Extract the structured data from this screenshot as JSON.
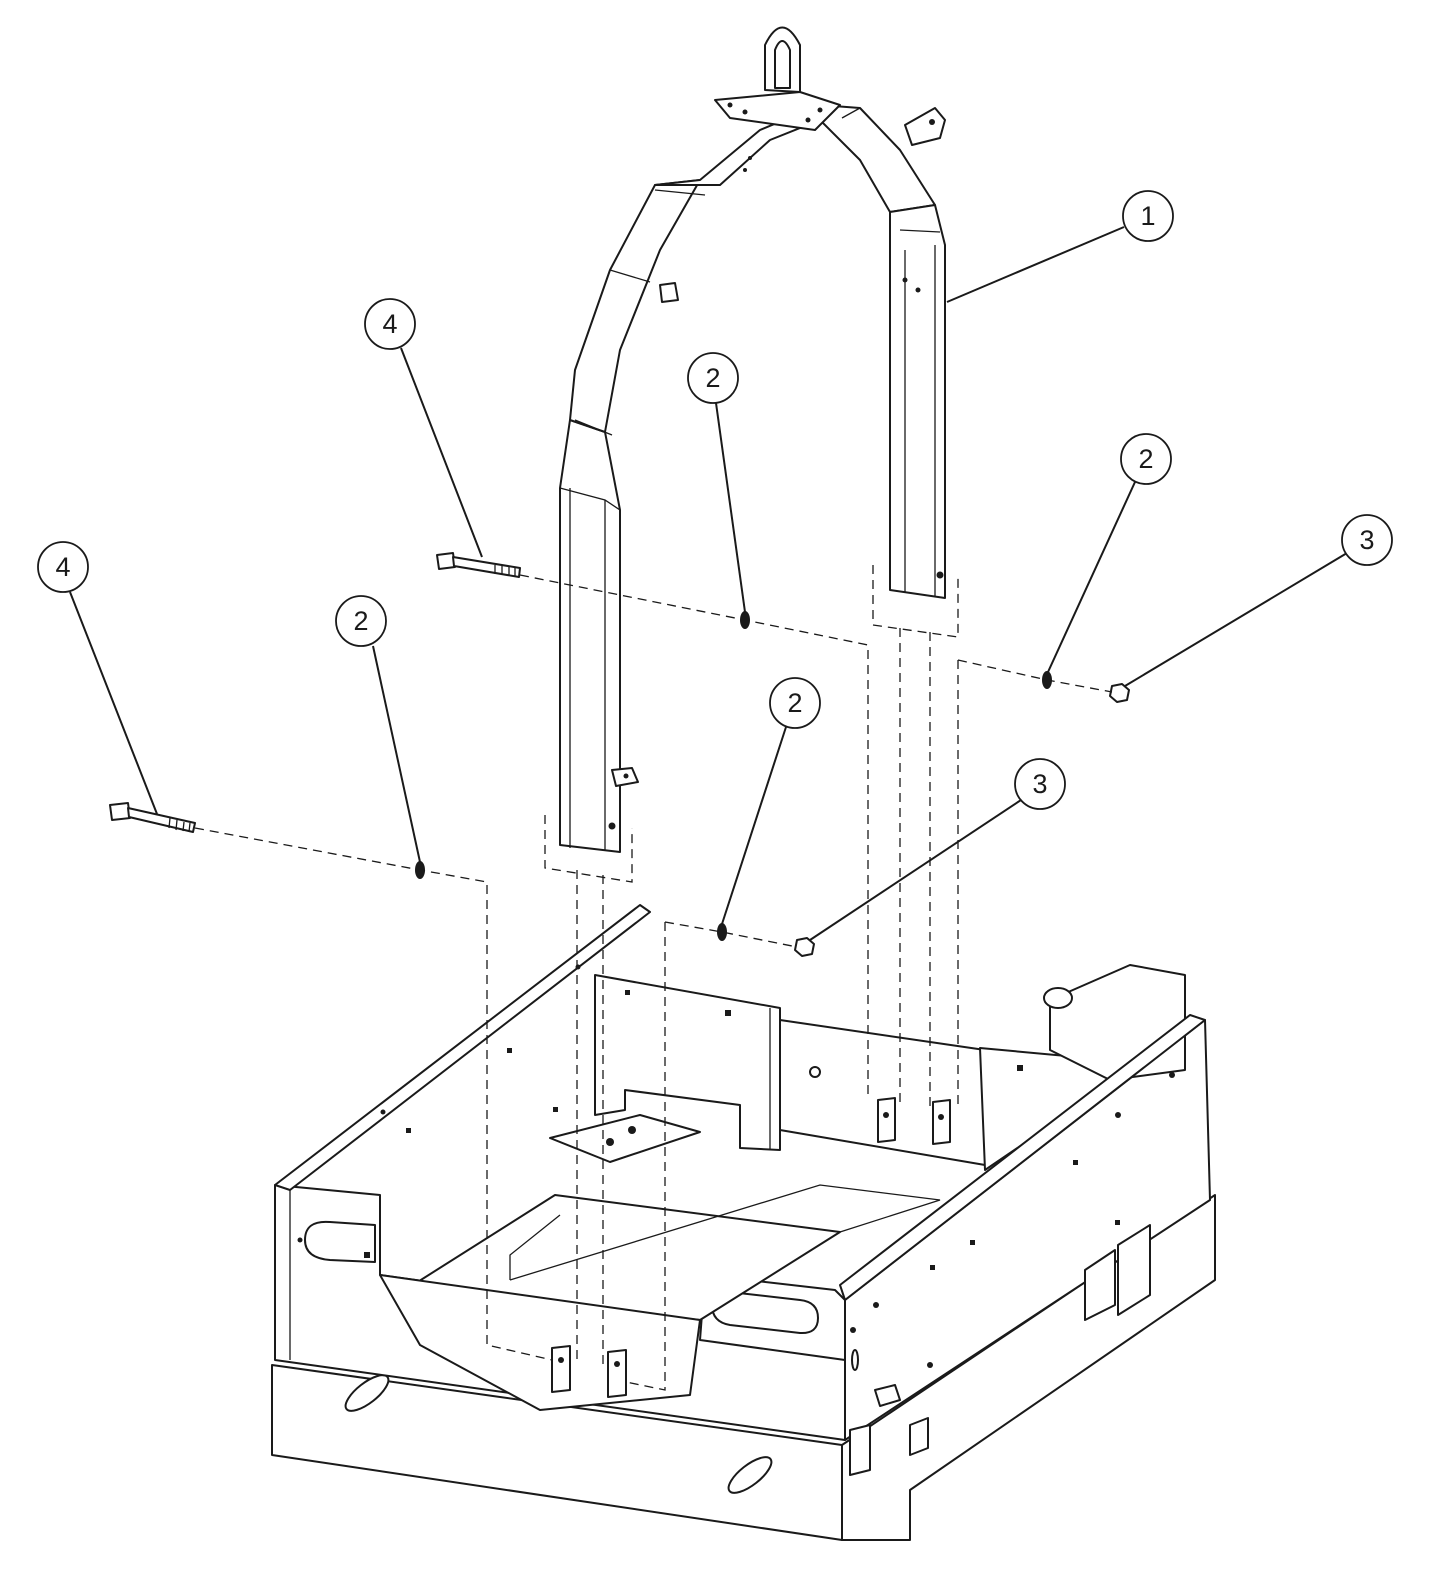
{
  "diagram": {
    "type": "exploded-parts-assembly",
    "line_color": "#1a1a1a",
    "background_color": "#ffffff"
  },
  "components": [
    {
      "id": "roll-bar-frame",
      "icon": "tube-frame-icon"
    },
    {
      "id": "base-chassis",
      "icon": "sheet-metal-chassis-icon"
    },
    {
      "id": "bolt-left-front",
      "icon": "hex-bolt-icon"
    },
    {
      "id": "bolt-left-rear",
      "icon": "hex-bolt-icon"
    },
    {
      "id": "washer-a",
      "icon": "lock-washer-icon"
    },
    {
      "id": "washer-b",
      "icon": "lock-washer-icon"
    },
    {
      "id": "washer-c",
      "icon": "lock-washer-icon"
    },
    {
      "id": "washer-d",
      "icon": "lock-washer-icon"
    },
    {
      "id": "nut-front",
      "icon": "hex-nut-icon"
    },
    {
      "id": "nut-rear",
      "icon": "hex-nut-icon"
    }
  ],
  "callouts": [
    {
      "id": "callout-1",
      "label": "1"
    },
    {
      "id": "callout-4-upper",
      "label": "4"
    },
    {
      "id": "callout-2-center",
      "label": "2"
    },
    {
      "id": "callout-2-right",
      "label": "2"
    },
    {
      "id": "callout-3-right",
      "label": "3"
    },
    {
      "id": "callout-4-left",
      "label": "4"
    },
    {
      "id": "callout-2-left",
      "label": "2"
    },
    {
      "id": "callout-2-lower",
      "label": "2"
    },
    {
      "id": "callout-3-lower",
      "label": "3"
    }
  ]
}
